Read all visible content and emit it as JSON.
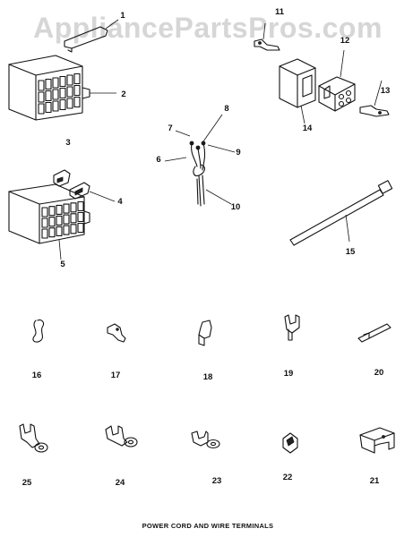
{
  "watermark": "AppliancePartsPros.com",
  "caption": "POWER CORD AND WIRE TERMINALS",
  "callouts": [
    "1",
    "2",
    "3",
    "4",
    "5",
    "6",
    "7",
    "8",
    "9",
    "10",
    "11",
    "12",
    "13",
    "14",
    "15",
    "16",
    "17",
    "18",
    "19",
    "20",
    "21",
    "22",
    "23",
    "24",
    "25"
  ]
}
